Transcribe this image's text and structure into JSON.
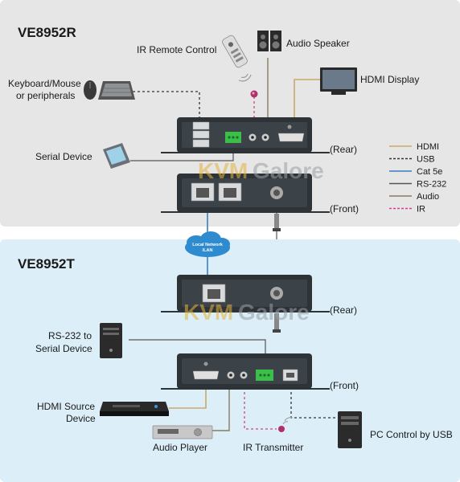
{
  "receiver": {
    "title": "VE8952R",
    "labels": {
      "ir_remote": "IR Remote Control",
      "audio_speaker": "Audio Speaker",
      "keyboard_1": "Keyboard/Mouse",
      "keyboard_2": "or peripherals",
      "hdmi_display": "HDMI Display",
      "serial_device": "Serial Device",
      "rear": "(Rear)",
      "front": "(Front)"
    }
  },
  "network": {
    "cloud_line1": "Local Network",
    "cloud_line2": "/LAN"
  },
  "transmitter": {
    "title": "VE8952T",
    "labels": {
      "rear": "(Rear)",
      "front": "(Front)",
      "rs232_1": "RS-232 to",
      "rs232_2": "Serial Device",
      "hdmi_source_1": "HDMI Source",
      "hdmi_source_2": "Device",
      "audio_player": "Audio Player",
      "ir_transmitter": "IR Transmitter",
      "pc_control": "PC Control  by USB"
    }
  },
  "legend": [
    {
      "label": "HDMI",
      "color": "#c9a86a",
      "dashed": false
    },
    {
      "label": "USB",
      "color": "#333333",
      "dashed": true
    },
    {
      "label": "Cat 5e",
      "color": "#3a7fc0",
      "dashed": false
    },
    {
      "label": "RS-232",
      "color": "#555555",
      "dashed": false
    },
    {
      "label": "Audio",
      "color": "#8a7a60",
      "dashed": false
    },
    {
      "label": "IR",
      "color": "#d8408a",
      "dashed": true
    }
  ],
  "watermark": {
    "part1": "KVM",
    "part2": "Galore"
  },
  "colors": {
    "top_panel": "#e6e6e6",
    "bottom_panel": "#dceef8",
    "device_body": "#2e3338",
    "accent_green": "#3bbf4a",
    "watermark_gold": "#e3b43c",
    "watermark_gray": "#9aa0a6"
  }
}
